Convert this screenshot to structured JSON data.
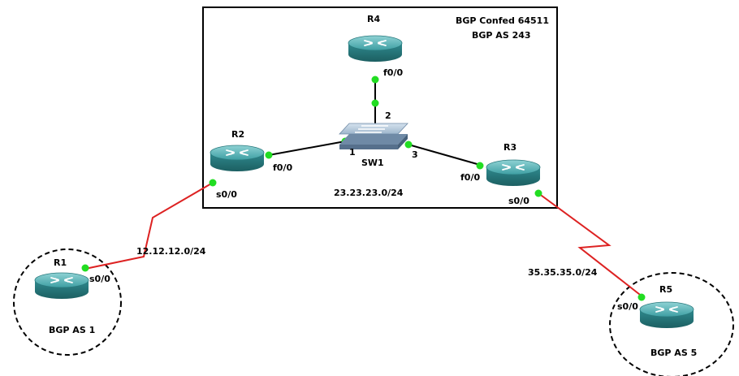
{
  "confed_box": {
    "line1": "BGP Confed 64511",
    "line2": "BGP AS 243"
  },
  "routers": {
    "r1": {
      "name": "R1",
      "as_label": "BGP AS 1",
      "interface": "s0/0"
    },
    "r2": {
      "name": "R2",
      "if_fa": "f0/0",
      "if_serial": "s0/0"
    },
    "r3": {
      "name": "R3",
      "if_fa": "f0/0",
      "if_serial": "s0/0"
    },
    "r4": {
      "name": "R4",
      "if_fa": "f0/0"
    },
    "r5": {
      "name": "R5",
      "as_label": "BGP AS 5",
      "interface": "s0/0"
    }
  },
  "switch": {
    "name": "SW1",
    "port1": "1",
    "port2": "2",
    "port3": "3"
  },
  "networks": {
    "lan": "23.23.23.0/24",
    "r1_r2": "12.12.12.0/24",
    "r3_r5": "35.35.35.0/24"
  },
  "colors": {
    "serial_link": "#dd2222",
    "ethernet_link": "#000000",
    "link_dot": "#22dd22",
    "router_body": "#2f8a8e"
  }
}
